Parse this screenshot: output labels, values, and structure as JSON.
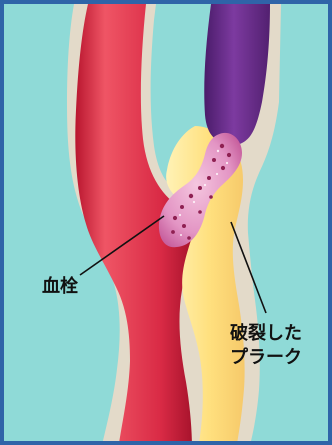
{
  "labels": {
    "thrombus": "血栓",
    "ruptured_plaque_line1": "破裂した",
    "ruptured_plaque_line2": "プラーク"
  },
  "colors": {
    "background": "#8fdad7",
    "frame": "#2f64a8",
    "artery_red": "#e3364d",
    "vein_purple": "#6d2e8e",
    "plaque_yellow": "#ffe28a",
    "thrombus_pink": "#e6a4cc"
  }
}
